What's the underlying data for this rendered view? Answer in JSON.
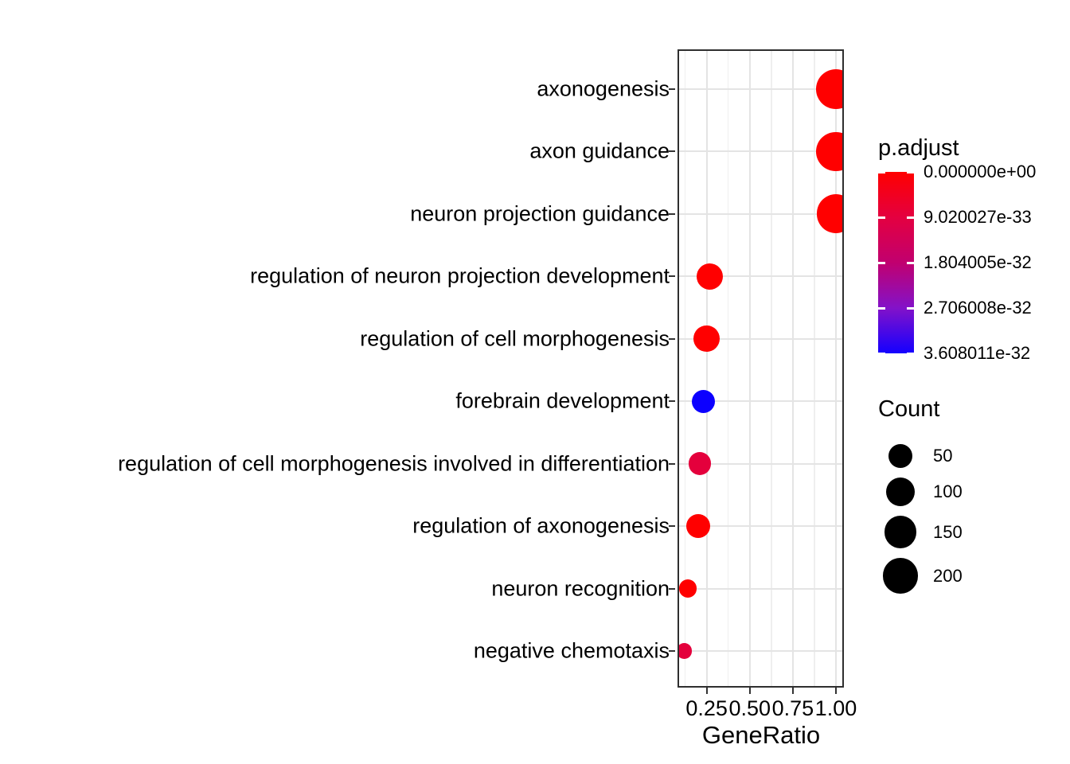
{
  "figure": {
    "background": "#ffffff",
    "text_color": "#000000",
    "panel_border_color": "#2f2f2f",
    "grid_major_color": "#e4e4e4",
    "grid_minor_color": "#efefef"
  },
  "chart_data": {
    "type": "scatter",
    "subtype": "enrichment-dotplot",
    "title": "",
    "xlabel": "GeneRatio",
    "ylabel": "",
    "x_ticks": [
      "0.25",
      "0.50",
      "0.75",
      "1.00"
    ],
    "x_tick_values": [
      0.25,
      0.5,
      0.75,
      1.0
    ],
    "x_minor_values": [
      0.125,
      0.375,
      0.625,
      0.875
    ],
    "xlim": [
      0.08,
      1.046
    ],
    "grid": true,
    "legend_position": "right",
    "categories": [
      "axonogenesis",
      "axon guidance",
      "neuron projection guidance",
      "regulation of neuron projection development",
      "regulation of cell morphogenesis",
      "forebrain development",
      "regulation of cell morphogenesis involved in differentiation",
      "regulation of axonogenesis",
      "neuron recognition",
      "negative chemotaxis"
    ],
    "points": [
      {
        "category": "axonogenesis",
        "gene_ratio": 1.0,
        "count": 270,
        "p_adjust_approx": "0e+00",
        "color": "#FF0000"
      },
      {
        "category": "axon guidance",
        "gene_ratio": 1.0,
        "count": 268,
        "p_adjust_approx": "0e+00",
        "color": "#FF0000"
      },
      {
        "category": "neuron projection guidance",
        "gene_ratio": 1.0,
        "count": 255,
        "p_adjust_approx": "0e+00",
        "color": "#FF0000"
      },
      {
        "category": "regulation of neuron projection development",
        "gene_ratio": 0.27,
        "count": 72,
        "p_adjust_approx": "0e+00",
        "color": "#FF0000"
      },
      {
        "category": "regulation of cell morphogenesis",
        "gene_ratio": 0.25,
        "count": 70,
        "p_adjust_approx": "0e+00",
        "color": "#FF0000"
      },
      {
        "category": "forebrain development",
        "gene_ratio": 0.23,
        "count": 45,
        "p_adjust_approx": "3.5e-32",
        "color": "#0C00FF"
      },
      {
        "category": "regulation of cell morphogenesis involved in differentiation",
        "gene_ratio": 0.21,
        "count": 40,
        "p_adjust_approx": "7e-33",
        "color": "#E4003C"
      },
      {
        "category": "regulation of axonogenesis",
        "gene_ratio": 0.2,
        "count": 50,
        "p_adjust_approx": "0e+00",
        "color": "#FF0000"
      },
      {
        "category": "neuron recognition",
        "gene_ratio": 0.14,
        "count": 12,
        "p_adjust_approx": "0e+00",
        "color": "#FF0000"
      },
      {
        "category": "negative chemotaxis",
        "gene_ratio": 0.12,
        "count": 5,
        "p_adjust_approx": "7e-33",
        "color": "#E4003C"
      }
    ]
  },
  "legend_padjust": {
    "title": "p.adjust",
    "labels": [
      "0.000000e+00",
      "9.020027e-33",
      "1.804005e-32",
      "2.706008e-32",
      "3.608011e-32"
    ],
    "gradient_stops": [
      "#FF0000",
      "#E40040",
      "#C1006F",
      "#8312C9",
      "#1400FF"
    ]
  },
  "legend_count": {
    "title": "Count",
    "entries": [
      {
        "label": "50",
        "count": 50
      },
      {
        "label": "100",
        "count": 100
      },
      {
        "label": "150",
        "count": 150
      },
      {
        "label": "200",
        "count": 200
      }
    ],
    "dot_color": "#000000"
  }
}
